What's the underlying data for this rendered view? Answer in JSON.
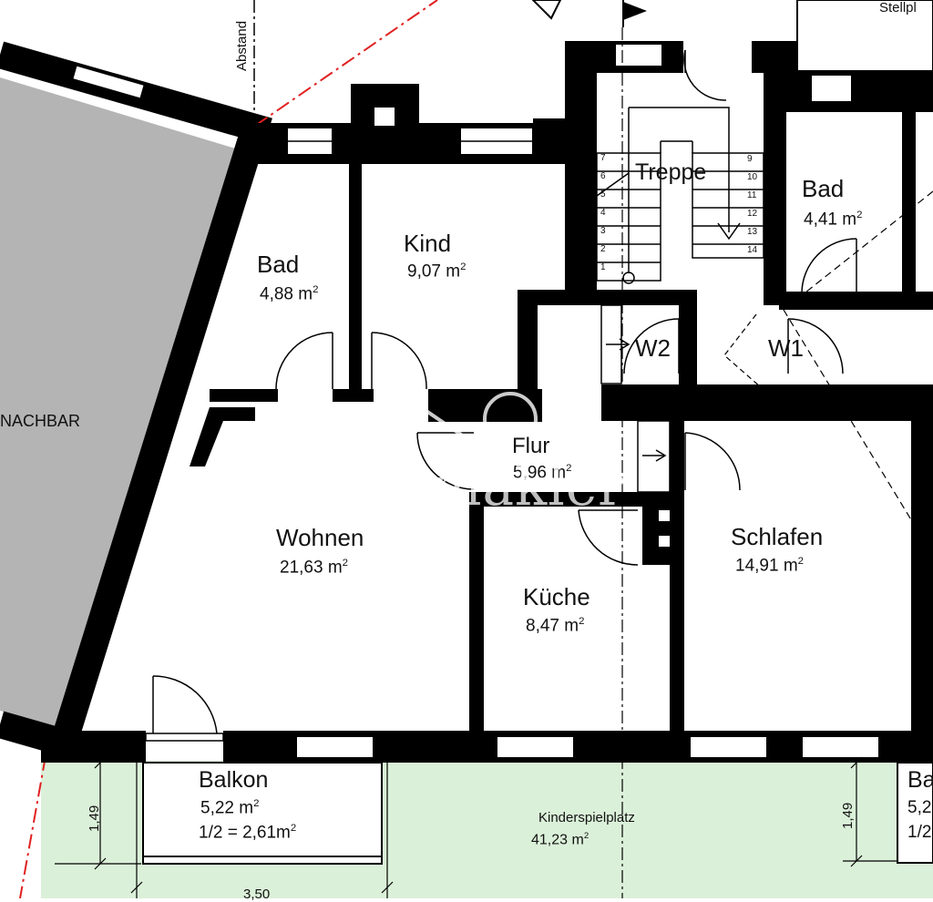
{
  "colors": {
    "wall": "#000000",
    "neighbor": "#b4b4b4",
    "garden": "#dbf0d9",
    "boundary_line": "#e02020"
  },
  "labels": {
    "abstand": "Abstand",
    "stellplatz": "Stellpl",
    "nachbar": "NACHBAR",
    "treppe": "Treppe",
    "watermark": "ohne-makler",
    "stair_numbers_left": [
      "7",
      "6",
      "5",
      "4",
      "3",
      "2",
      "1"
    ],
    "stair_numbers_right": [
      "9",
      "10",
      "11",
      "12",
      "13",
      "14"
    ]
  },
  "rooms": {
    "bad_left": {
      "name": "Bad",
      "area": "4,88 m",
      "unit_sup": "2"
    },
    "kind": {
      "name": "Kind",
      "area": "9,07 m",
      "unit_sup": "2"
    },
    "bad_right": {
      "name": "Bad",
      "area": "4,41 m",
      "unit_sup": "2"
    },
    "w2": {
      "name": "W2"
    },
    "w1": {
      "name": "W1"
    },
    "flur": {
      "name": "Flur",
      "area": "5,96 m",
      "unit_sup": "2"
    },
    "wohnen": {
      "name": "Wohnen",
      "area": "21,63 m",
      "unit_sup": "2"
    },
    "schlafen": {
      "name": "Schlafen",
      "area": "14,91 m",
      "unit_sup": "2"
    },
    "kueche": {
      "name": "Küche",
      "area": "8,47 m",
      "unit_sup": "2"
    },
    "balkon": {
      "name": "Balkon",
      "area": "5,22 m",
      "unit_sup": "2",
      "half": "1/2 = 2,61m",
      "half_sup": "2"
    },
    "balkon_right": {
      "name": "Ba",
      "area": "5,2",
      "half": "1/2"
    },
    "kinderspielplatz": {
      "name": "Kinderspielplatz",
      "area": "41,23 m",
      "unit_sup": "2"
    }
  },
  "dimensions": {
    "balcony_depth_left": "1,49",
    "balcony_depth_right": "1,49",
    "balcony_width": "3,50"
  }
}
